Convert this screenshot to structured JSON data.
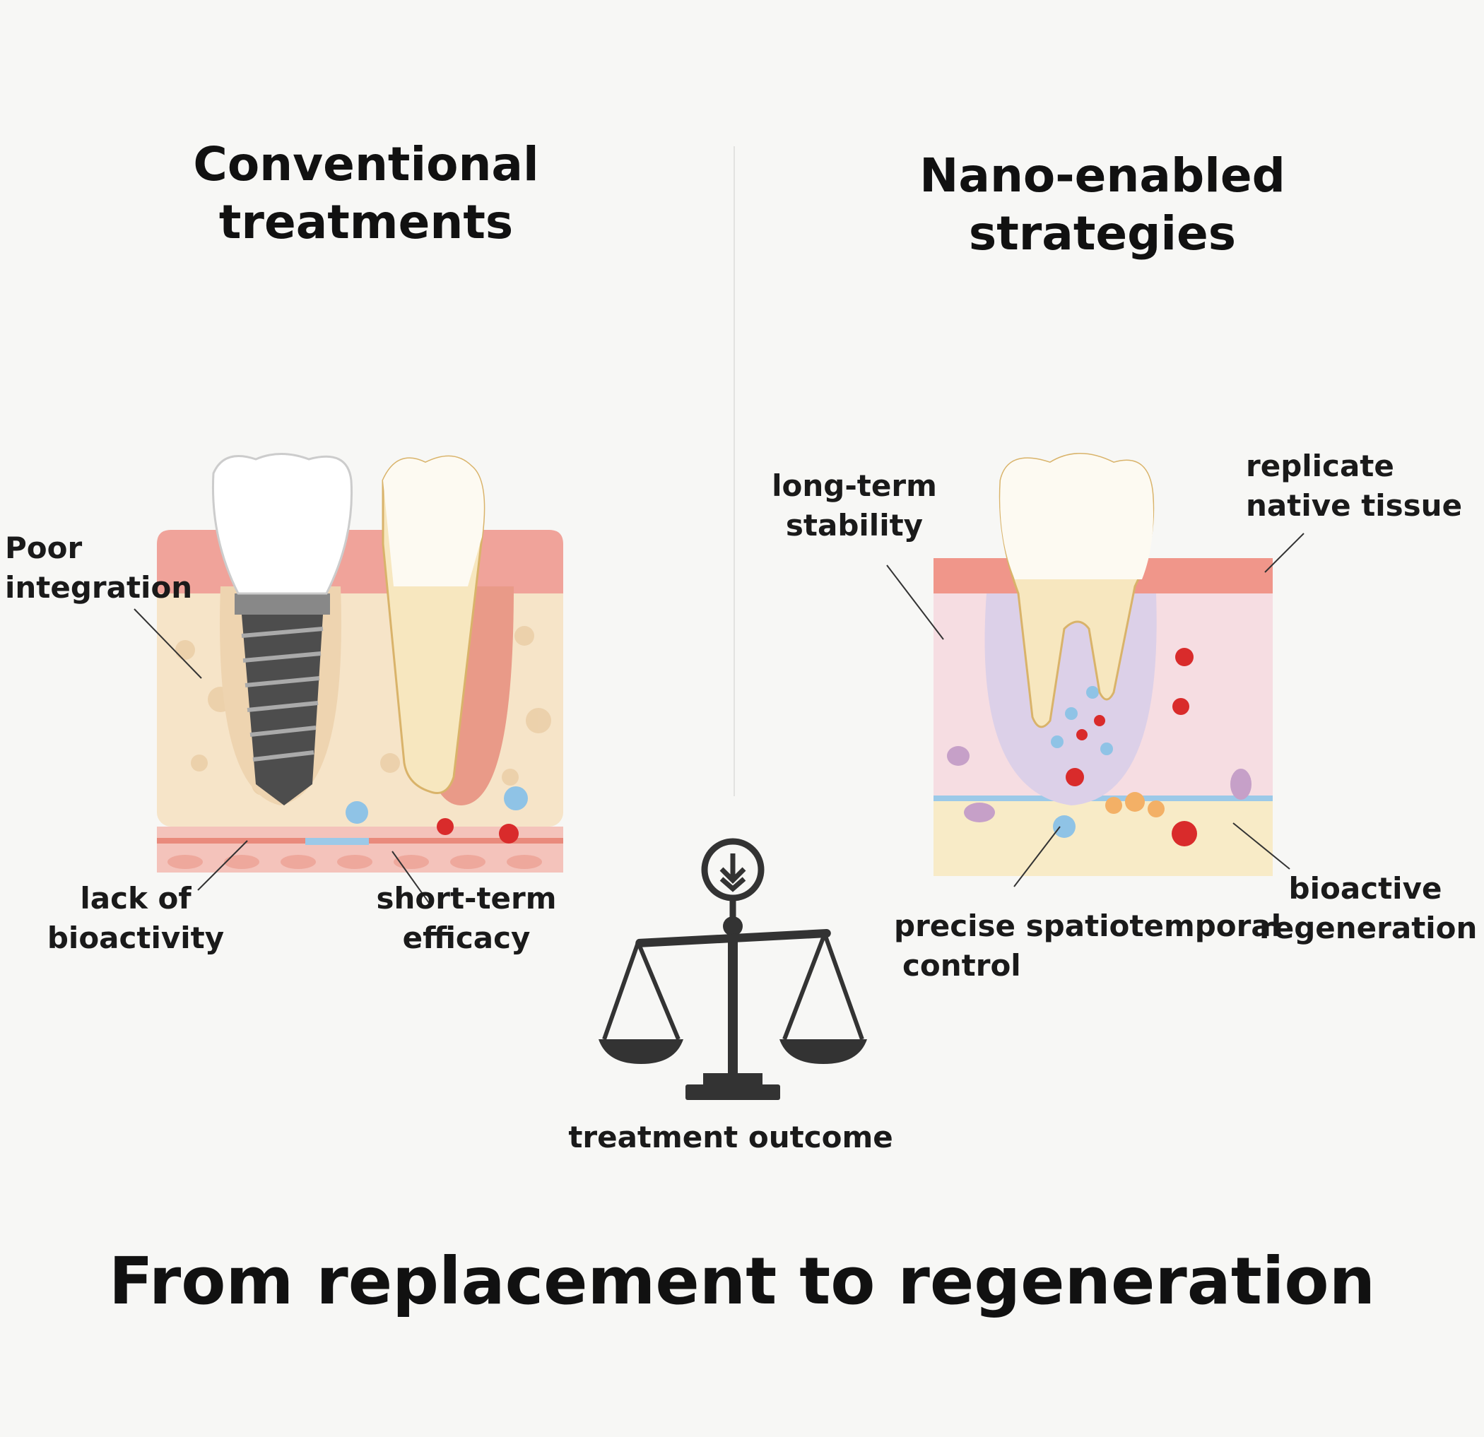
{
  "left_panel": {
    "title_line1": "Conventional",
    "title_line2": "treatments",
    "labels": {
      "poor_integration": [
        "Poor",
        "integration"
      ],
      "lack_of_bioactivity": [
        "lack of",
        "bioactivity"
      ],
      "short_term_efficacy": [
        "short-term",
        "efficacy"
      ]
    }
  },
  "right_panel": {
    "title_line1": "Nano-enabled",
    "title_line2": "strategies",
    "labels": {
      "long_term_stability": [
        "long-term",
        "stability"
      ],
      "replicate_native_tissue": [
        "replicate",
        "native tissue"
      ],
      "bioactive_regeneration": [
        "bioactive",
        "regeneration"
      ],
      "precise_control": [
        "precise spatiotemporal",
        "control"
      ]
    }
  },
  "center": {
    "icon": "balance-scale-icon",
    "caption": "treatment outcome"
  },
  "footer": {
    "tagline": "From replacement to regeneration"
  },
  "colors": {
    "gum": "#f0a39a",
    "bone": "#f6e4c8",
    "tooth": "#fbf7ee",
    "implant": "#555555",
    "red_cell": "#d92b2b",
    "blue_cell": "#8fc3e6"
  }
}
